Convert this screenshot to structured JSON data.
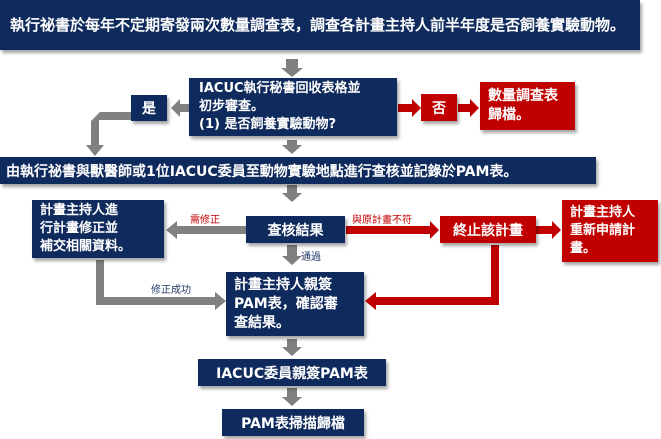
{
  "colors": {
    "navy": "#0f2a5c",
    "red": "#c00000",
    "gray_arrow": "#808080",
    "red_arrow": "#c00000",
    "label_dark": "#1f3864",
    "label_red": "#c00000"
  },
  "nodes": {
    "step1": "執行祕書於每年不定期寄發兩次數量調查表，調查各計畫主持人前半年度是否飼養實驗動物。",
    "review": "IACUC執行秘書回收表格並\n初步審查。\n(1) 是否飼養實驗動物?",
    "yes": "是",
    "no": "否",
    "archive_survey": "數量調查表\n歸檔。",
    "inspection": "由執行祕書與獸醫師或1位IACUC委員至動物實驗地點進行查核並記錄於PAM表。",
    "pi_fix": "計畫主持人進\n行計畫修正並\n補交相關資料。",
    "result": "查核結果",
    "terminate": "終止該計畫",
    "reapply": "計畫主持人\n重新申請計\n畫。",
    "pi_sign": "計畫主持人親簽\nPAM表，確認審\n查結果。",
    "committee_sign": "IACUC委員親簽PAM表",
    "scan_archive": "PAM表掃描歸檔"
  },
  "edge_labels": {
    "needs_fix": "需修正",
    "mismatch": "與原計畫不符",
    "pass": "通過",
    "fix_success": "修正成功"
  }
}
